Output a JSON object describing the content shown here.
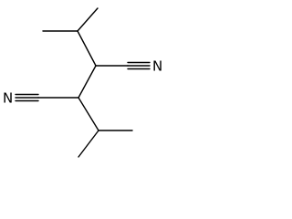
{
  "molecule": {
    "atoms": {
      "n_top_right": "N",
      "c_top_right": "C",
      "n_left": "N",
      "c_left": "C"
    },
    "colors": {
      "bond": "#000000",
      "label": "#000000",
      "background": "#ffffff"
    }
  }
}
